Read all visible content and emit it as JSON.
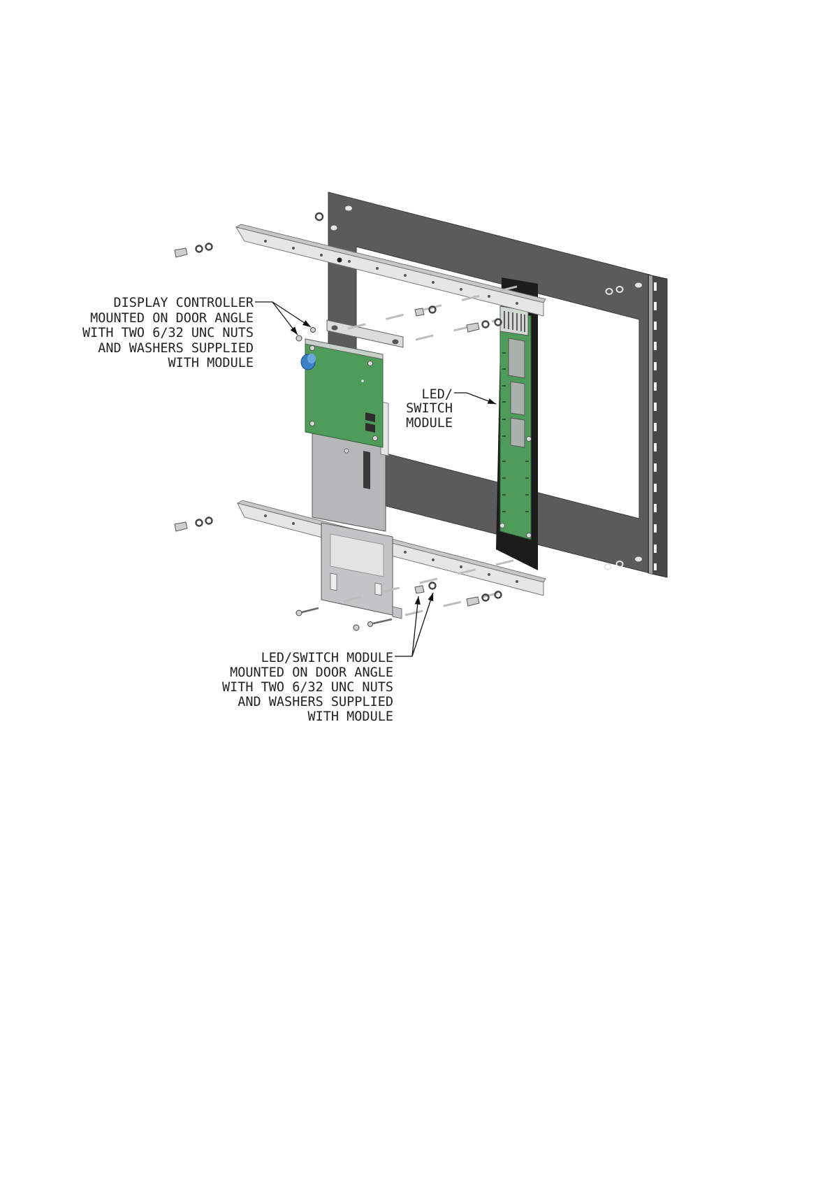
{
  "figure": {
    "labels": {
      "display_controller": [
        "DISPLAY CONTROLLER",
        "MOUNTED ON DOOR ANGLE",
        "WITH TWO 6/32 UNC NUTS",
        "AND WASHERS SUPPLIED",
        "WITH MODULE"
      ],
      "led_switch_module": [
        "LED/",
        "SWITCH",
        "MODULE"
      ],
      "led_switch_mounting": [
        "LED/SWITCH MODULE",
        "MOUNTED ON DOOR ANGLE",
        "WITH TWO 6/32 UNC NUTS",
        "AND WASHERS SUPPLIED",
        "WITH MODULE"
      ]
    }
  },
  "colors": {
    "door_panel": "#5b5b5b",
    "pcb": "#4f9b5a",
    "led_backing_plate": "#1c1c1c",
    "knob": "#3b7fc4",
    "metal_plate": "#b5b7b9"
  }
}
